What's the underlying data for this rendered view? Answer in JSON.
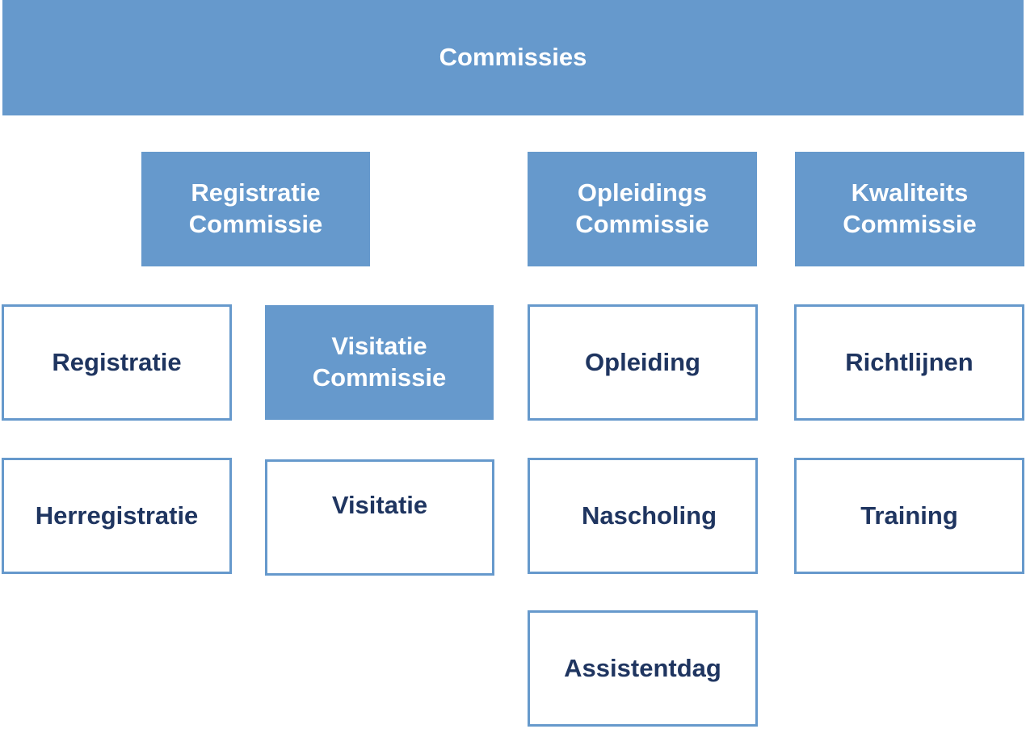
{
  "colors": {
    "fill": "#6699cc",
    "outline": "#6699cc",
    "dark_text": "#1f3560",
    "light_text": "#ffffff"
  },
  "root": {
    "line1": "Commissies"
  },
  "committees": {
    "registratie": {
      "line1": "Registratie",
      "line2": "Commissie"
    },
    "opleidings": {
      "line1": "Opleidings",
      "line2": "Commissie"
    },
    "kwaliteits": {
      "line1": "Kwaliteits",
      "line2": "Commissie"
    },
    "visitatie": {
      "line1": "Visitatie",
      "line2": "Commissie"
    }
  },
  "items": {
    "registratie": "Registratie",
    "herregistratie": "Herregistratie",
    "visitatie": "Visitatie",
    "opleiding": "Opleiding",
    "nascholing": "Nascholing",
    "assistentdag": "Assistentdag",
    "richtlijnen": "Richtlijnen",
    "training": "Training"
  }
}
